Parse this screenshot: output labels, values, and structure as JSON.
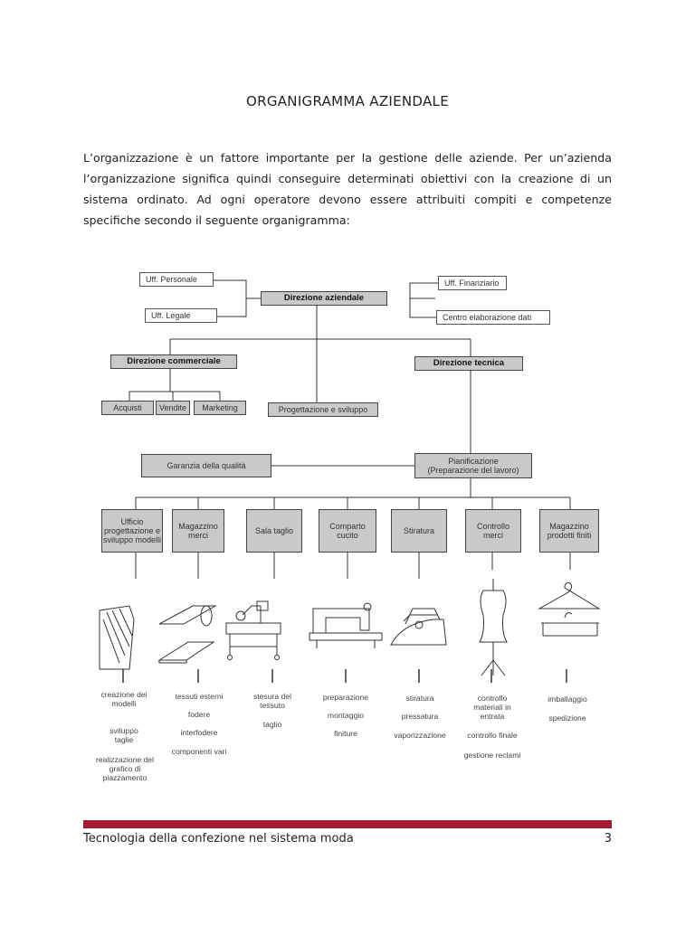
{
  "page": {
    "title": "ORGANIGRAMMA AZIENDALE",
    "intro": "L’organizzazione è un fattore importante per la gestione delle aziende. Per un’azienda l’organizzazione significa quindi conseguire determinati obiettivi con la creazione di un sistema ordinato. Ad ogni operatore devono essere attribuiti compiti e competenze specifiche secondo il seguente organigramma:"
  },
  "chart": {
    "top": {
      "personale": "Uff. Personale",
      "legale": "Uff. Legale",
      "direzione": "Direzione aziendale",
      "finanziario": "Uff. Finanziario",
      "ced": "Centro elaborazione dati"
    },
    "second": {
      "commerciale": "Direzione commerciale",
      "tecnica": "Direzione tecnica",
      "progettazione": "Progettazione e sviluppo",
      "acquisti": "Acquisti",
      "vendite": "Vendite",
      "marketing": "Marketing"
    },
    "third": {
      "qualita": "Garanzia della qualità",
      "pianificazione_1": "Pianificazione",
      "pianificazione_2": "(Preparazione del lavoro)"
    },
    "departments": [
      {
        "label": "Ufficio progettazione e sviluppo modelli",
        "icon": "pattern-pieces-icon",
        "tasks": [
          "creazione dei modelli",
          "sviluppo taglie",
          "realizzazione del grafico di piazzamento"
        ]
      },
      {
        "label": "Magazzino merci",
        "icon": "fabric-rolls-icon",
        "tasks": [
          "tessuti esterni",
          "fodere",
          "interfodere",
          "componenti vari"
        ]
      },
      {
        "label": "Sala taglio",
        "icon": "cutting-table-icon",
        "tasks": [
          "stesura del tessuto",
          "taglio"
        ]
      },
      {
        "label": "Comparto cucito",
        "icon": "sewing-machine-icon",
        "tasks": [
          "preparazione",
          "montaggio",
          "finiture"
        ]
      },
      {
        "label": "Stiratura",
        "icon": "steam-iron-icon",
        "tasks": [
          "stiratura",
          "pressatura",
          "vaporizzazione"
        ]
      },
      {
        "label": "Controllo merci",
        "icon": "dress-form-icon",
        "tasks": [
          "controllo materiali in entrata",
          "controllo finale",
          "gestione reclami"
        ]
      },
      {
        "label": "Magazzino prodotti finiti",
        "icon": "hanger-icon",
        "tasks": [
          "imballaggio",
          "spedizione"
        ]
      }
    ]
  },
  "footer": {
    "text": "Tecnologia della confezione nel sistema moda",
    "page_number": "3",
    "accent_color": "#a6192e"
  }
}
